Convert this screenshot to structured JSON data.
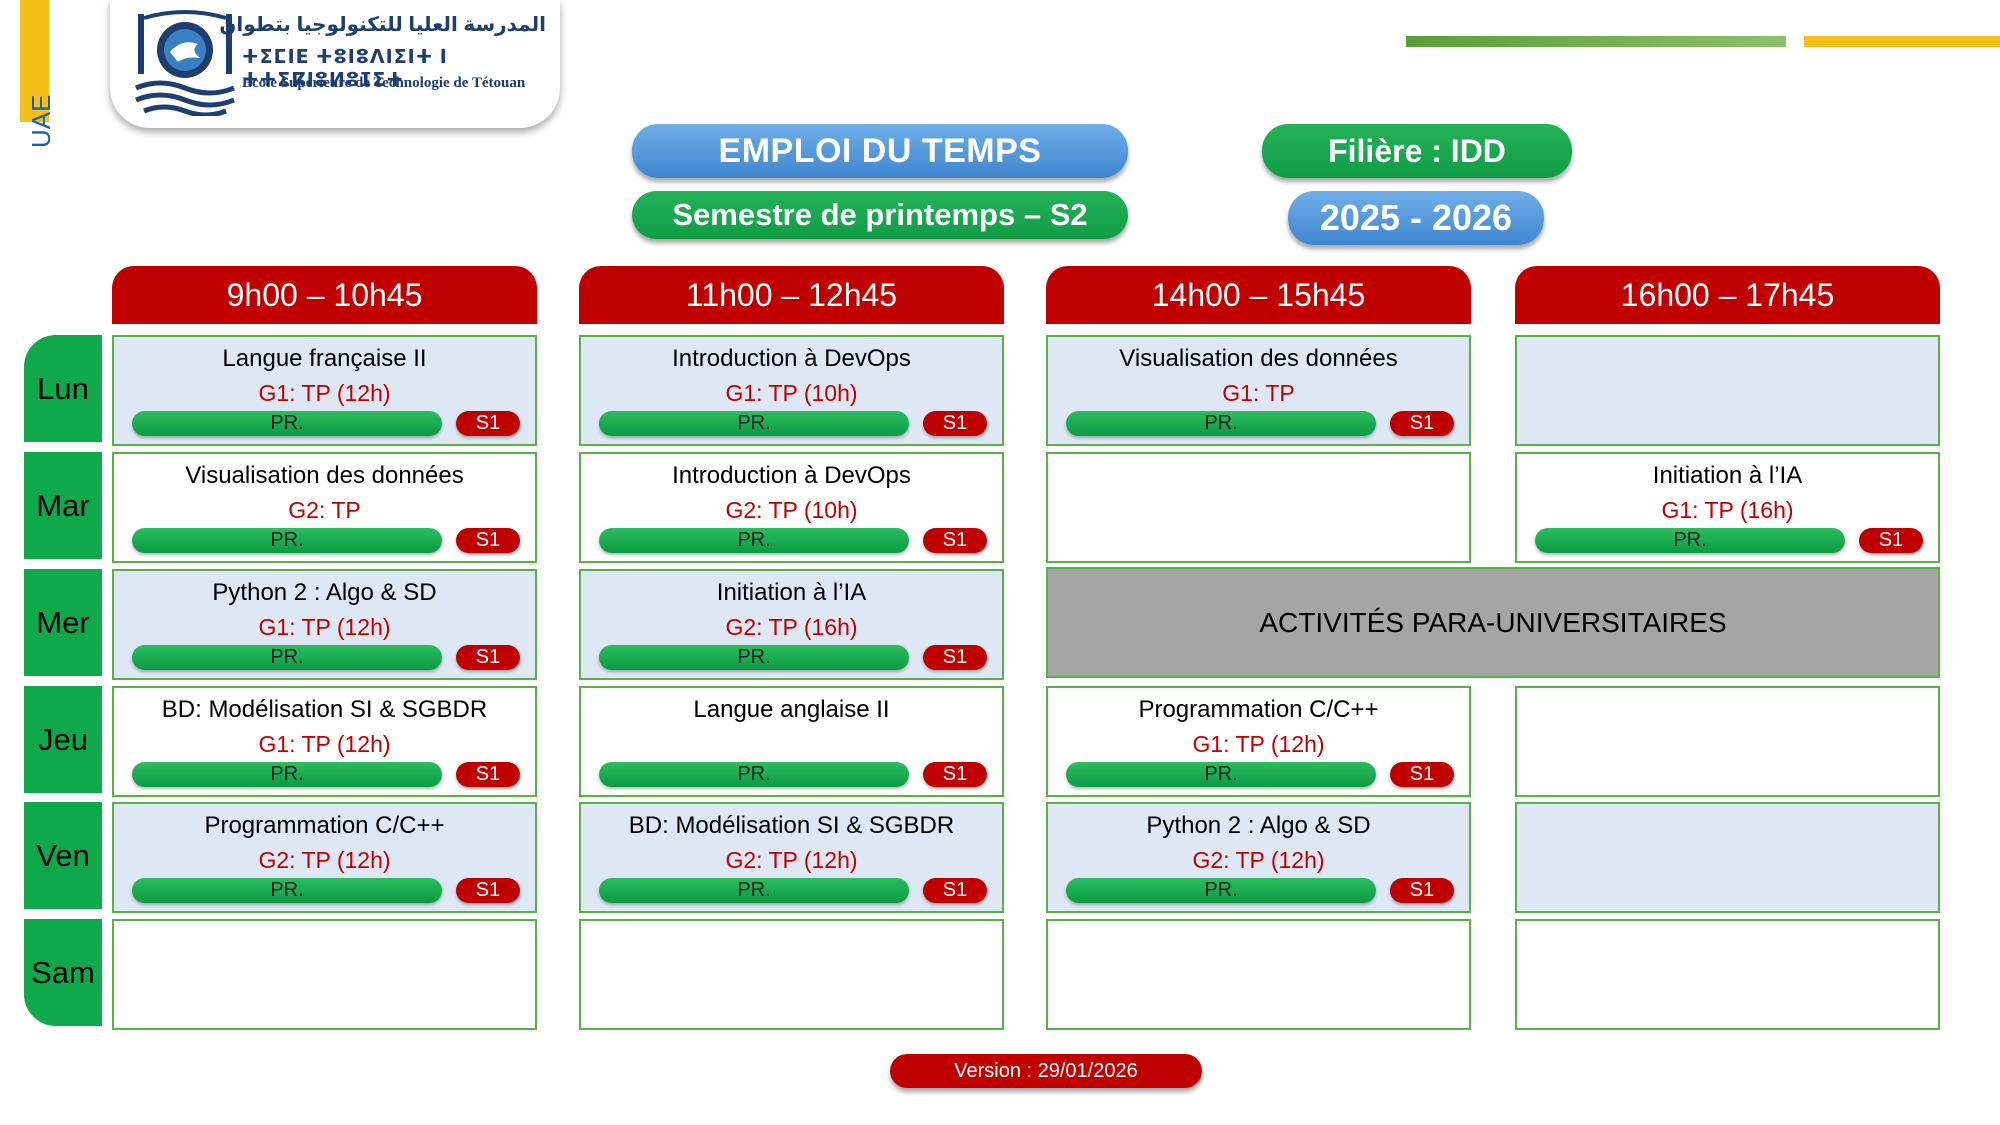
{
  "branding": {
    "side_label": "UAE",
    "school_arabic": "المدرسة العليا للتكنولوجيا بتطوان",
    "school_tifinagh": "ⵜⵉⵎⵏⴹ ⵜⵓⵏⵓⴷⵏⵉⵏⵜ ⵏ ⵜⵜⵉⴽⵏⵓⵍⵓⵊⵉⵜ",
    "school_french": "Ecole Supérieure de Technologie de Tétouan"
  },
  "header": {
    "title": "EMPLOI DU TEMPS",
    "semester": "Semestre de printemps – S2",
    "filiere": "Filière : IDD",
    "year": "2025 - 2026"
  },
  "time_slots": [
    "9h00 – 10h45",
    "11h00 – 12h45",
    "14h00 – 15h45",
    "16h00 – 17h45"
  ],
  "days": [
    {
      "label": "Lun",
      "cells": [
        {
          "course": "Langue française II",
          "group": "G1: TP (12h)",
          "prof": "PR.",
          "sem": "S1"
        },
        {
          "course": "Introduction à DevOps",
          "group": "G1: TP (10h)",
          "prof": "PR.",
          "sem": "S1"
        },
        {
          "course": "Visualisation des données",
          "group": "G1: TP",
          "prof": "PR.",
          "sem": "S1"
        },
        {
          "course": "",
          "group": "",
          "prof": "",
          "sem": ""
        }
      ]
    },
    {
      "label": "Mar",
      "cells": [
        {
          "course": "Visualisation des données",
          "group": "G2: TP",
          "prof": "PR.",
          "sem": "S1"
        },
        {
          "course": "Introduction à DevOps",
          "group": "G2: TP (10h)",
          "prof": "PR.",
          "sem": "S1"
        },
        {
          "course": "",
          "group": "",
          "prof": "",
          "sem": ""
        },
        {
          "course": "Initiation à l’IA",
          "group": "G1: TP (16h)",
          "prof": "PR.",
          "sem": "S1"
        }
      ]
    },
    {
      "label": "Mer",
      "cells": [
        {
          "course": "Python 2 : Algo & SD",
          "group": "G1: TP (12h)",
          "prof": "PR.",
          "sem": "S1"
        },
        {
          "course": "Initiation à l’IA",
          "group": "G2: TP (16h)",
          "prof": "PR.",
          "sem": "S1"
        }
      ],
      "activities": "ACTIVITÉS PARA-UNIVERSITAIRES"
    },
    {
      "label": "Jeu",
      "cells": [
        {
          "course": "BD: Modélisation SI & SGBDR",
          "group": "G1: TP (12h)",
          "prof": "PR.",
          "sem": "S1"
        },
        {
          "course": "Langue anglaise II",
          "group": "",
          "prof": "PR.",
          "sem": "S1"
        },
        {
          "course": "Programmation C/C++",
          "group": "G1: TP (12h)",
          "prof": "PR.",
          "sem": "S1"
        },
        {
          "course": "",
          "group": "",
          "prof": "",
          "sem": ""
        }
      ]
    },
    {
      "label": "Ven",
      "cells": [
        {
          "course": "Programmation C/C++",
          "group": "G2: TP (12h)",
          "prof": "PR.",
          "sem": "S1"
        },
        {
          "course": "BD: Modélisation SI & SGBDR",
          "group": "G2: TP (12h)",
          "prof": "PR.",
          "sem": "S1"
        },
        {
          "course": "Python 2 : Algo & SD",
          "group": "G2: TP (12h)",
          "prof": "PR.",
          "sem": "S1"
        },
        {
          "course": "",
          "group": "",
          "prof": "",
          "sem": ""
        }
      ]
    },
    {
      "label": "Sam",
      "cells": [
        {
          "course": "",
          "group": "",
          "prof": "",
          "sem": ""
        },
        {
          "course": "",
          "group": "",
          "prof": "",
          "sem": ""
        },
        {
          "course": "",
          "group": "",
          "prof": "",
          "sem": ""
        },
        {
          "course": "",
          "group": "",
          "prof": "",
          "sem": ""
        }
      ]
    }
  ],
  "version": "Version : 29/01/2026"
}
